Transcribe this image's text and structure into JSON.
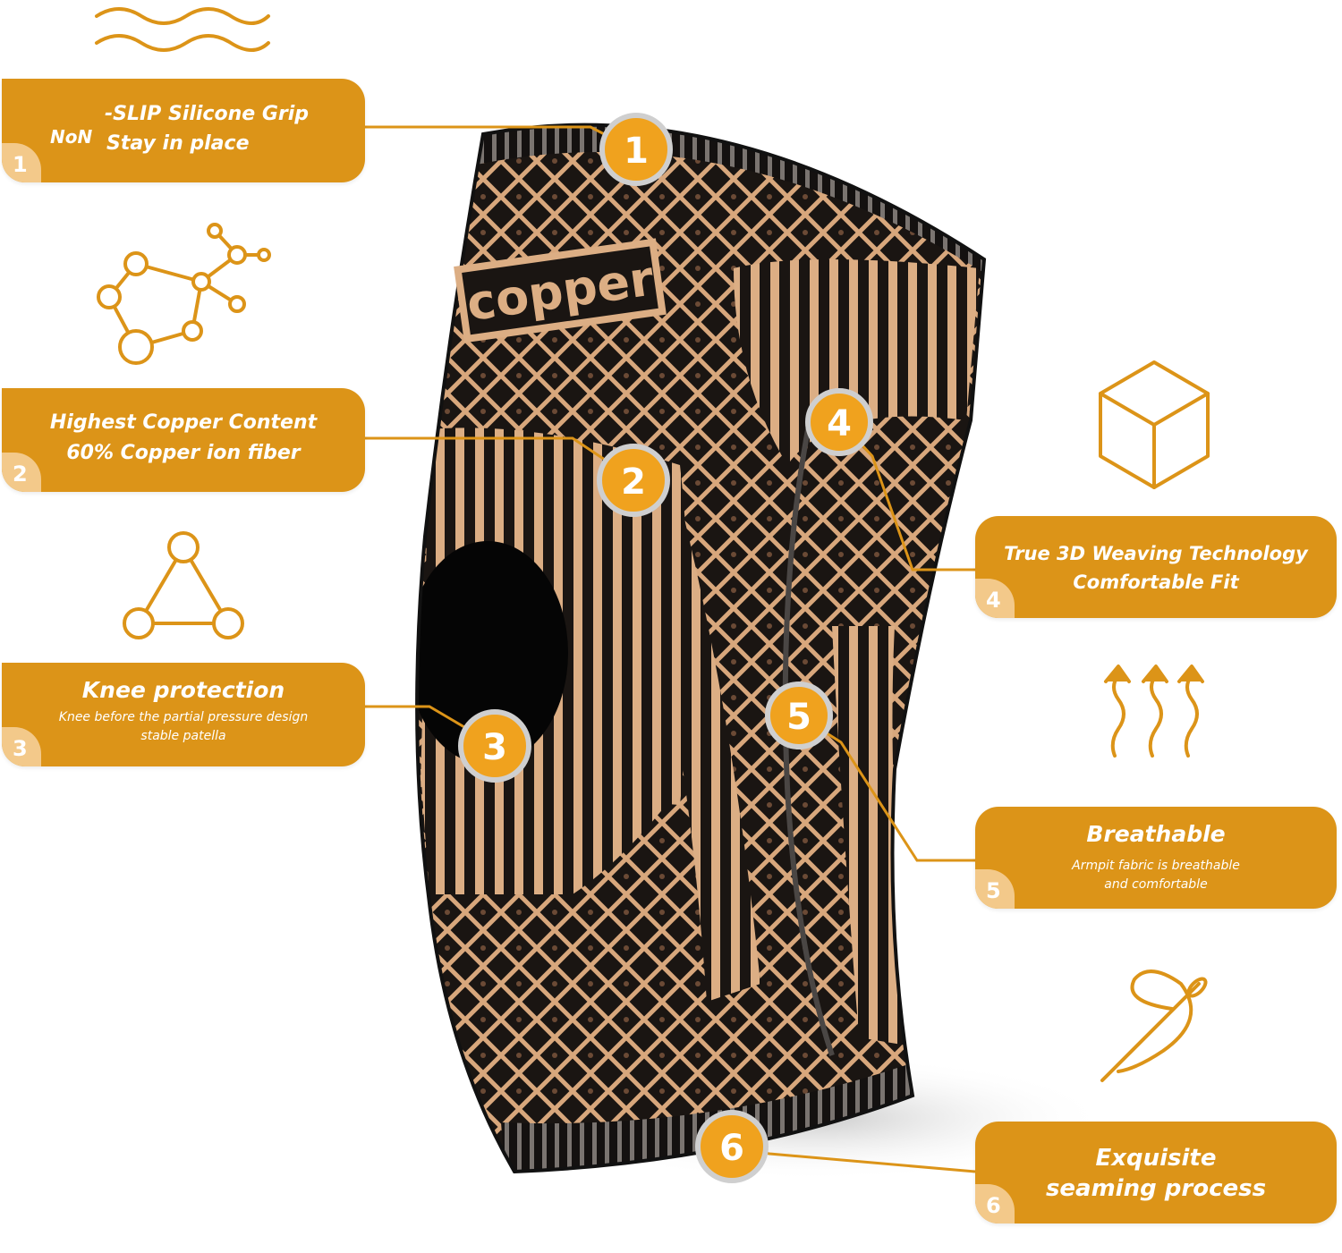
{
  "colors": {
    "accent": "#dc9418",
    "accent_light": "#f3c98a",
    "badge_fill": "#f0a21e",
    "sleeve_dark": "#1a1512",
    "sleeve_copper": "#dcae84"
  },
  "brand": {
    "logo_text": "copper"
  },
  "icons": [
    "wave-icon",
    "molecule-icon",
    "triangle-network-icon",
    "cube-icon",
    "heat-arrows-icon",
    "needle-thread-icon"
  ],
  "features": [
    {
      "number": "1",
      "prefix": "NoN",
      "line1": "-SLIP Silicone Grip",
      "line2": "Stay in place"
    },
    {
      "number": "2",
      "line1": "Highest Copper Content",
      "line2": "60% Copper ion fiber"
    },
    {
      "number": "3",
      "title": "Knee protection",
      "line1": "Knee before the partial pressure design",
      "line2": "stable patella"
    },
    {
      "number": "4",
      "line1": "True 3D Weaving Technology",
      "line2": "Comfortable Fit"
    },
    {
      "number": "5",
      "title": "Breathable",
      "line1": "Armpit fabric is breathable",
      "line2": "and comfortable"
    },
    {
      "number": "6",
      "line1": "Exquisite",
      "line2": "seaming process"
    }
  ]
}
